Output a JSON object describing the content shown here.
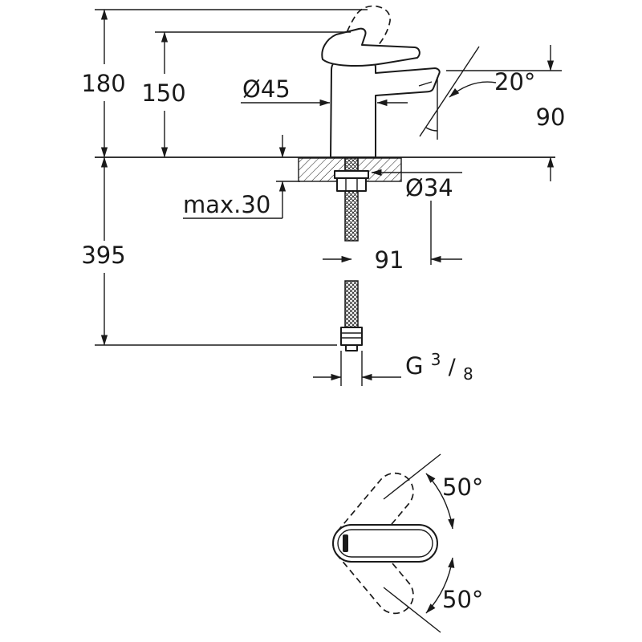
{
  "colors": {
    "ink": "#1a1a1a",
    "background": "#ffffff"
  },
  "dimensions": {
    "overall_height": "180",
    "body_height": "150",
    "body_diameter": "Ø45",
    "spout_angle": "20°",
    "spout_height": "90",
    "hole_diameter": "Ø34",
    "max_deck_thickness": "max.30",
    "below_deck_length": "395",
    "spout_projection": "91",
    "swivel_angle_top": "50°",
    "swivel_angle_bottom": "50°",
    "thread": {
      "prefix": "G",
      "numerator": "3",
      "slash": "/",
      "denominator": "8"
    }
  }
}
